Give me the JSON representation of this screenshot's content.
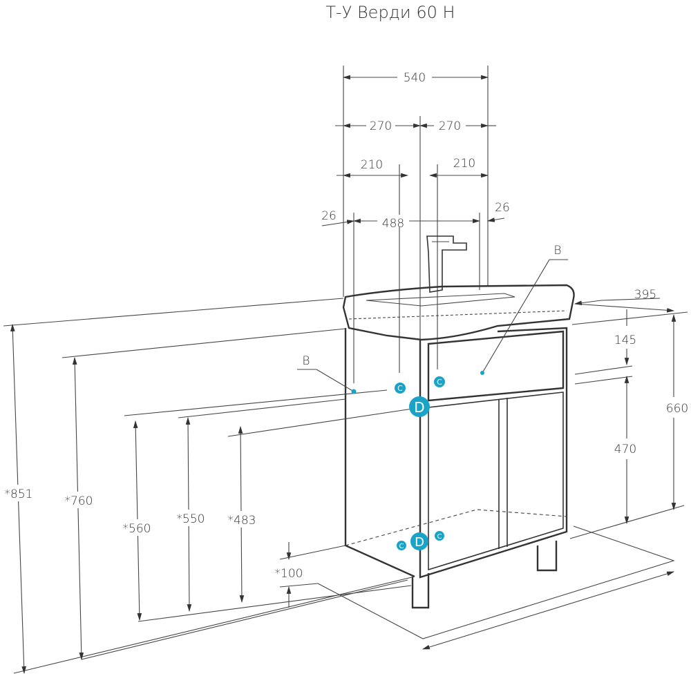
{
  "title": "Т-У Верди 60 Н",
  "colors": {
    "marker": "#1ba2c7",
    "line": "#333333"
  },
  "dimensions": {
    "top_width": "540",
    "half_left": "270",
    "half_right": "270",
    "offset_left": "210",
    "offset_right": "210",
    "edge_left": "26",
    "inner_width": "488",
    "edge_right": "26",
    "depth": "395",
    "drawer_height": "145",
    "door_height": "470",
    "body_height": "660",
    "total_height": "*851",
    "top_height": "*760",
    "h_560": "*560",
    "h_550": "*550",
    "h_483": "*483",
    "leg_height": "*100"
  },
  "markers": {
    "c": "C",
    "d": "D",
    "b_left": "B",
    "b_right": "B"
  }
}
